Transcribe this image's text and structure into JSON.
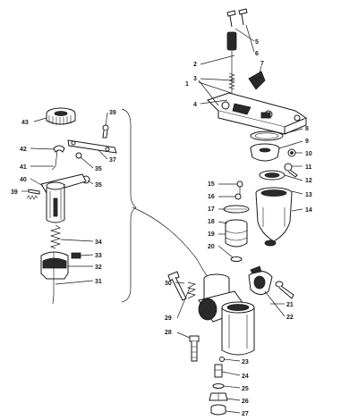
{
  "diagram": {
    "labels": [
      {
        "id": "1",
        "text": "1"
      },
      {
        "id": "2",
        "text": "2"
      },
      {
        "id": "3",
        "text": "3"
      },
      {
        "id": "4",
        "text": "4"
      },
      {
        "id": "5",
        "text": "5"
      },
      {
        "id": "6",
        "text": "6"
      },
      {
        "id": "7",
        "text": "7"
      },
      {
        "id": "8",
        "text": "8"
      },
      {
        "id": "9",
        "text": "9"
      },
      {
        "id": "10",
        "text": "10"
      },
      {
        "id": "11",
        "text": "11"
      },
      {
        "id": "12",
        "text": "12"
      },
      {
        "id": "13",
        "text": "13"
      },
      {
        "id": "14",
        "text": "14"
      },
      {
        "id": "15",
        "text": "15"
      },
      {
        "id": "16",
        "text": "16"
      },
      {
        "id": "17",
        "text": "17"
      },
      {
        "id": "18",
        "text": "18"
      },
      {
        "id": "19",
        "text": "19"
      },
      {
        "id": "20",
        "text": "20"
      },
      {
        "id": "21",
        "text": "21"
      },
      {
        "id": "22",
        "text": "22"
      },
      {
        "id": "23",
        "text": "23"
      },
      {
        "id": "24",
        "text": "24"
      },
      {
        "id": "25",
        "text": "25"
      },
      {
        "id": "26",
        "text": "26"
      },
      {
        "id": "27",
        "text": "27"
      },
      {
        "id": "28",
        "text": "28"
      },
      {
        "id": "29",
        "text": "29"
      },
      {
        "id": "30",
        "text": "30"
      },
      {
        "id": "31",
        "text": "31"
      },
      {
        "id": "32",
        "text": "32"
      },
      {
        "id": "33",
        "text": "33"
      },
      {
        "id": "34",
        "text": "34"
      },
      {
        "id": "35a",
        "text": "35"
      },
      {
        "id": "35b",
        "text": "35"
      },
      {
        "id": "37",
        "text": "37"
      },
      {
        "id": "39a",
        "text": "39"
      },
      {
        "id": "39b",
        "text": "39"
      },
      {
        "id": "40",
        "text": "40"
      },
      {
        "id": "41",
        "text": "41"
      },
      {
        "id": "42",
        "text": "42"
      },
      {
        "id": "43",
        "text": "43"
      }
    ]
  }
}
